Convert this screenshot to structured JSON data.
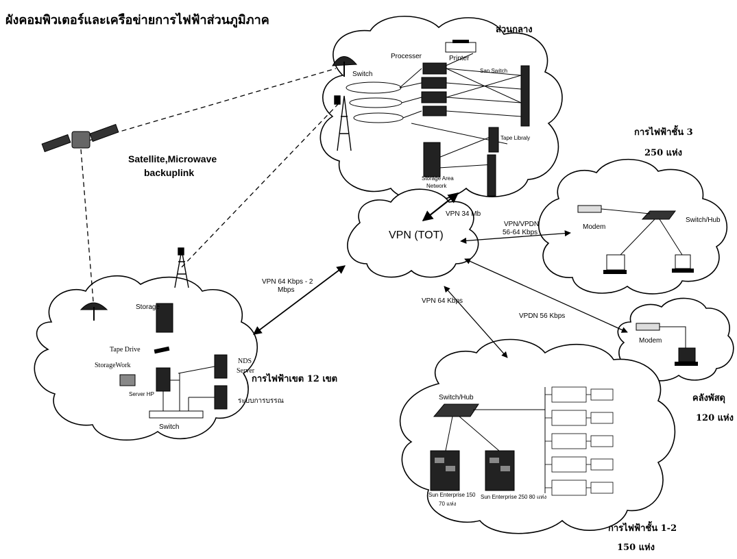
{
  "title": "ผังคอมพิวเตอร์และเครือข่ายการไฟฟ้าส่วนภูมิภาค",
  "central": {
    "title": "ส่วนกลาง",
    "processor": "Processer",
    "printer": "Printer",
    "switch": "Switch",
    "san_switch": "San Switch",
    "tape_library": "Tape Libraly",
    "storage_line1": "Storage Area",
    "storage_line2": "Network"
  },
  "satellite": {
    "line1": "Satellite,Microwave",
    "line2": "backuplink"
  },
  "vpn": {
    "label": "VPN (TOT)",
    "link_central": "VPN 34 Mb",
    "link_tier3_line1": "VPN/VPDN",
    "link_tier3_line2": "56-64 Kbps",
    "link_zone_line1": "VPN 64 Kbps - 2",
    "link_zone_line2": "Mbps",
    "link_tier12": "VPN 64 Kbps",
    "link_warehouse": "VPDN 56 Kbps"
  },
  "tier3": {
    "title": "การไฟฟ้าชั้น 3",
    "count": "250 แห่ง",
    "modem": "Modem",
    "switch_hub": "Switch/Hub"
  },
  "warehouse": {
    "title": "คลังพัสดุ",
    "count": "120 แห่ง",
    "modem": "Modem"
  },
  "zone": {
    "title": "การไฟฟ้าเขต 12 เขต",
    "storage": "Storage",
    "tape_drive": "Tape Drive",
    "storagework": "StorageWork",
    "server_hp": "Server HP",
    "nds_line1": "NDS",
    "nds_line2": "Server",
    "finance_system": "ระบบการบรรณ",
    "switch": "Switch"
  },
  "tier12": {
    "title": "การไฟฟ้าชั้น 1-2",
    "count": "150 แห่ง",
    "switch_hub": "Switch/Hub",
    "sun1_line1": "Sun Enterprise 150",
    "sun1_line2": "70 แห่ง",
    "sun2": "Sun Enterprise 250 80 แห่ง"
  }
}
